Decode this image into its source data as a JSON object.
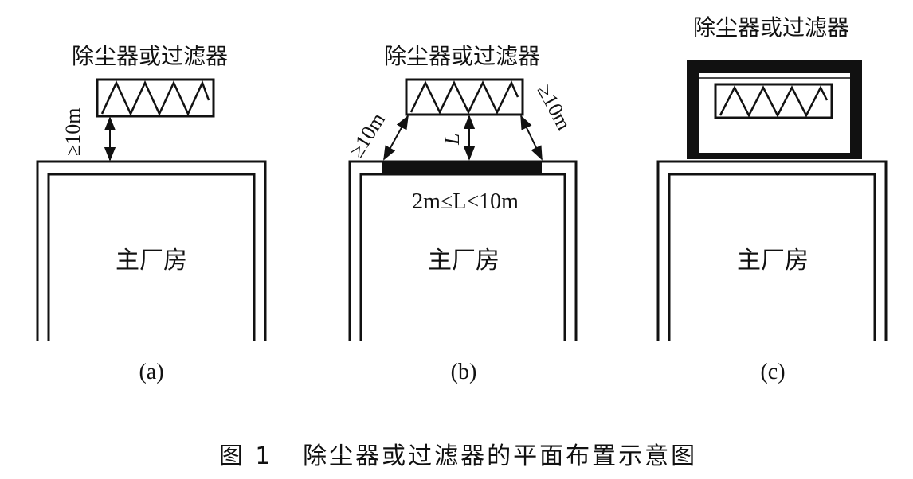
{
  "diagram": {
    "panel_a": {
      "device_label": "除尘器或过滤器",
      "distance_label": "≥10m",
      "building_label": "主厂房",
      "panel_tag": "(a)"
    },
    "panel_b": {
      "device_label": "除尘器或过滤器",
      "left_distance_label": "≥10m",
      "right_distance_label": "≥10m",
      "vertical_label": "L",
      "range_label": "2m≤L<10m",
      "building_label": "主厂房",
      "panel_tag": "(b)"
    },
    "panel_c": {
      "device_label": "除尘器或过滤器",
      "building_label": "主厂房",
      "panel_tag": "(c)"
    },
    "caption": "图 1   除尘器或过滤器的平面布置示意图"
  },
  "colors": {
    "ink": "#111111",
    "background": "#ffffff"
  }
}
